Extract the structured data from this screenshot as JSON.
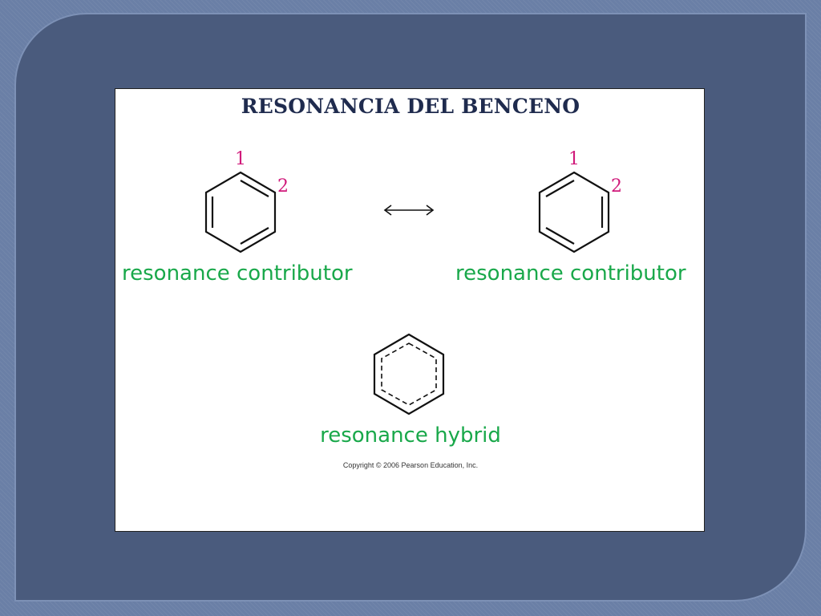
{
  "slide": {
    "title": "RESONANCIA DEL BENCENO",
    "left_contributor": {
      "label": "resonance contributor",
      "position_label_1": "1",
      "position_label_2": "2"
    },
    "right_contributor": {
      "label": "resonance contributor",
      "position_label_1": "1",
      "position_label_2": "2"
    },
    "hybrid": {
      "label": "resonance hybrid"
    },
    "copyright": "Copyright © 2006 Pearson Education, Inc."
  },
  "colors": {
    "title": "#1f2b4e",
    "label": "#19a84a",
    "numbers": "#d0197a",
    "frame": "#4a5b7d",
    "background": "#6a7fa6"
  }
}
